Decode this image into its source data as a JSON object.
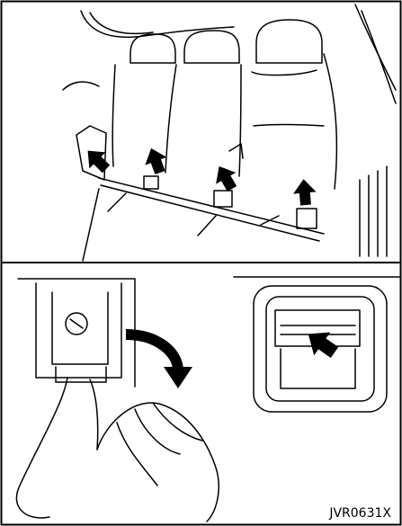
{
  "figure": {
    "code": "JVR0631X",
    "panels": [
      {
        "id": "seat-overview",
        "description_icon": "rear-seat-latch-arrows"
      },
      {
        "id": "strap-pull",
        "description_icon": "pull-strap-hand-arrow"
      },
      {
        "id": "release-button",
        "description_icon": "release-lever-arrow"
      }
    ],
    "colors": {
      "line": "#000000",
      "background": "#ffffff"
    }
  }
}
